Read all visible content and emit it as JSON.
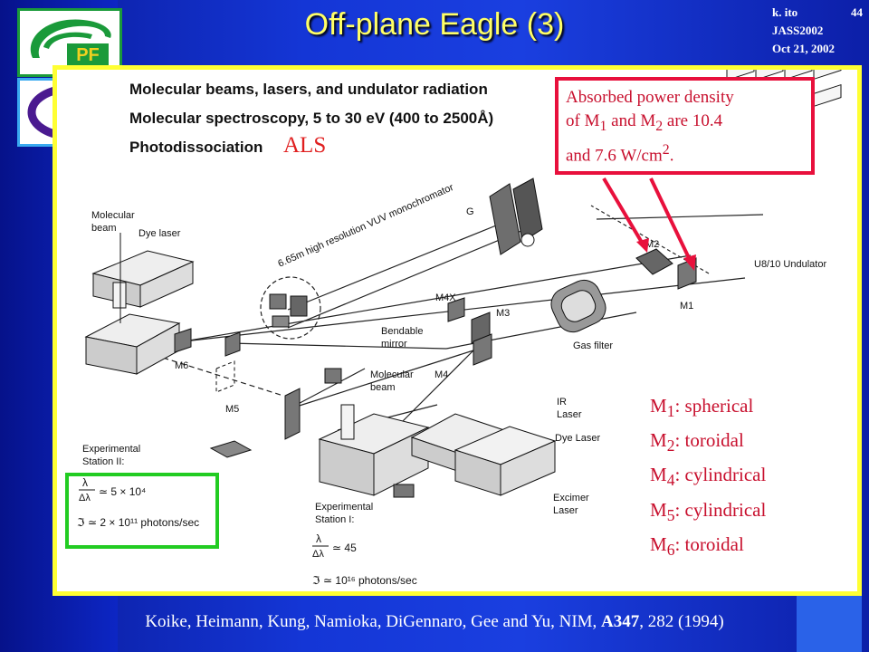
{
  "slide": {
    "title": "Off-plane Eagle (3)",
    "author_line": "k. ito",
    "page_number": "44",
    "conference": "JASS2002",
    "date": "Oct 21, 2002"
  },
  "logos": {
    "pf_text": "PF",
    "e_text": "E"
  },
  "figure": {
    "lines": [
      "Molecular beams, lasers, and undulator radiation",
      "Molecular spectroscopy, 5 to 30 eV (400 to 2500Å)",
      "Photodissociation"
    ],
    "als_label": "ALS",
    "labels": {
      "molecular_beam": "Molecular",
      "molecular_beam_2": "beam",
      "dye_laser": "Dye laser",
      "monochromator": "6.65m high resolution VUV monochromator",
      "g": "G",
      "m2": "M2",
      "m1": "M1",
      "undulator": "U8/10 Undulator",
      "m4x": "M4X",
      "m3": "M3",
      "bendable": "Bendable",
      "mirror": "mirror",
      "gas_filter": "Gas filter",
      "m4": "M4",
      "m6": "M6",
      "m5": "M5",
      "molecular_beam_b": "Molecular",
      "beam_b": "beam",
      "ir": "IR",
      "laser": "Laser",
      "dye_laser_2": "Dye Laser",
      "excimer": "Excimer",
      "excimer_laser": "Laser",
      "station2_a": "Experimental",
      "station2_b": "Station II:",
      "station1_a": "Experimental",
      "station1_b": "Station I:",
      "res1": "≃ 5 × 10⁴",
      "flux1": "≃ 2 × 10¹¹ photons/sec",
      "res2": "≃ 45",
      "flux2": "≃ 10¹⁶ photons/sec",
      "lambda": "λ",
      "dlambda": "Δλ",
      "flux_symbol": "ℑ"
    }
  },
  "note": {
    "line1": "Absorbed power density",
    "line2_pre": "of M",
    "line2_sub1": "1",
    "line2_mid": " and M",
    "line2_sub2": "2",
    "line2_post": " are 10.4",
    "line3_pre": "and 7.6 W/cm",
    "line3_sup": "2",
    "line3_post": "."
  },
  "mirrors": [
    {
      "name": "M",
      "sub": "1",
      "desc": ": spherical"
    },
    {
      "name": "M",
      "sub": "2",
      "desc": ": toroidal"
    },
    {
      "name": "M",
      "sub": "4",
      "desc": ": cylindrical"
    },
    {
      "name": "M",
      "sub": "5",
      "desc": ": cylindrical"
    },
    {
      "name": "M",
      "sub": "6",
      "desc": ": toroidal"
    }
  ],
  "footer": {
    "pre": "Koike, Heimann, Kung, Namioka, DiGennaro, Gee and Yu, NIM, ",
    "volume": "A347",
    "post": ", 282 (1994)"
  },
  "colors": {
    "accent_red": "#c8102e",
    "title_yellow": "#ffff66",
    "frame_yellow": "#ffff33",
    "green": "#22cc22"
  }
}
